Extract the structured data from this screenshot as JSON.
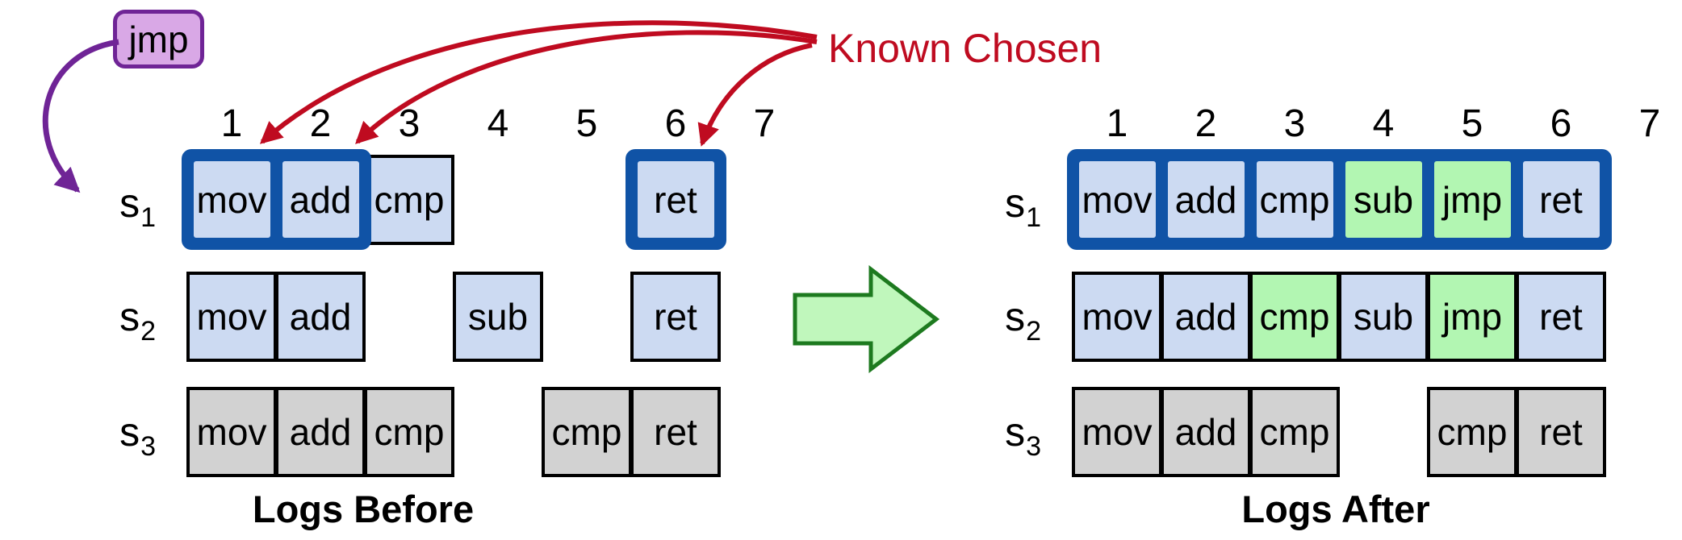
{
  "figure": {
    "jmp_node_label": "jmp",
    "known_chosen_label": "Known Chosen",
    "column_numbers": [
      "1",
      "2",
      "3",
      "4",
      "5",
      "6",
      "7"
    ],
    "row_labels": [
      {
        "base": "s",
        "sub": "1"
      },
      {
        "base": "s",
        "sub": "2"
      },
      {
        "base": "s",
        "sub": "3"
      }
    ]
  },
  "panels": [
    {
      "name": "before",
      "caption": "Logs Before",
      "chosen_groups": [
        {
          "row": 1,
          "from_col": 1,
          "to_col": 2
        },
        {
          "row": 1,
          "from_col": 6,
          "to_col": 6
        }
      ],
      "cells": [
        {
          "row": 1,
          "col": 1,
          "label": "mov",
          "fill": "blue",
          "chosen": true
        },
        {
          "row": 1,
          "col": 2,
          "label": "add",
          "fill": "blue",
          "chosen": true
        },
        {
          "row": 1,
          "col": 3,
          "label": "cmp",
          "fill": "blue",
          "chosen": false
        },
        {
          "row": 1,
          "col": 6,
          "label": "ret",
          "fill": "blue",
          "chosen": true
        },
        {
          "row": 2,
          "col": 1,
          "label": "mov",
          "fill": "blue",
          "chosen": false
        },
        {
          "row": 2,
          "col": 2,
          "label": "add",
          "fill": "blue",
          "chosen": false
        },
        {
          "row": 2,
          "col": 4,
          "label": "sub",
          "fill": "blue",
          "chosen": false
        },
        {
          "row": 2,
          "col": 6,
          "label": "ret",
          "fill": "blue",
          "chosen": false
        },
        {
          "row": 3,
          "col": 1,
          "label": "mov",
          "fill": "gray",
          "chosen": false
        },
        {
          "row": 3,
          "col": 2,
          "label": "add",
          "fill": "gray",
          "chosen": false
        },
        {
          "row": 3,
          "col": 3,
          "label": "cmp",
          "fill": "gray",
          "chosen": false
        },
        {
          "row": 3,
          "col": 5,
          "label": "cmp",
          "fill": "gray",
          "chosen": false
        },
        {
          "row": 3,
          "col": 6,
          "label": "ret",
          "fill": "gray",
          "chosen": false
        }
      ]
    },
    {
      "name": "after",
      "caption": "Logs After",
      "chosen_groups": [
        {
          "row": 1,
          "from_col": 1,
          "to_col": 6
        }
      ],
      "cells": [
        {
          "row": 1,
          "col": 1,
          "label": "mov",
          "fill": "blue",
          "chosen": true
        },
        {
          "row": 1,
          "col": 2,
          "label": "add",
          "fill": "blue",
          "chosen": true
        },
        {
          "row": 1,
          "col": 3,
          "label": "cmp",
          "fill": "blue",
          "chosen": true
        },
        {
          "row": 1,
          "col": 4,
          "label": "sub",
          "fill": "green",
          "chosen": true
        },
        {
          "row": 1,
          "col": 5,
          "label": "jmp",
          "fill": "green",
          "chosen": true
        },
        {
          "row": 1,
          "col": 6,
          "label": "ret",
          "fill": "blue",
          "chosen": true
        },
        {
          "row": 2,
          "col": 1,
          "label": "mov",
          "fill": "blue",
          "chosen": false
        },
        {
          "row": 2,
          "col": 2,
          "label": "add",
          "fill": "blue",
          "chosen": false
        },
        {
          "row": 2,
          "col": 3,
          "label": "cmp",
          "fill": "green",
          "chosen": false
        },
        {
          "row": 2,
          "col": 4,
          "label": "sub",
          "fill": "blue",
          "chosen": false
        },
        {
          "row": 2,
          "col": 5,
          "label": "jmp",
          "fill": "green",
          "chosen": false
        },
        {
          "row": 2,
          "col": 6,
          "label": "ret",
          "fill": "blue",
          "chosen": false
        },
        {
          "row": 3,
          "col": 1,
          "label": "mov",
          "fill": "gray",
          "chosen": false
        },
        {
          "row": 3,
          "col": 2,
          "label": "add",
          "fill": "gray",
          "chosen": false
        },
        {
          "row": 3,
          "col": 3,
          "label": "cmp",
          "fill": "gray",
          "chosen": false
        },
        {
          "row": 3,
          "col": 5,
          "label": "cmp",
          "fill": "gray",
          "chosen": false
        },
        {
          "row": 3,
          "col": 6,
          "label": "ret",
          "fill": "gray",
          "chosen": false
        }
      ]
    }
  ],
  "colors": {
    "chosen_blue": "#1053a6",
    "cell_blue": "#ccdaf2",
    "cell_green": "#b2f6b2",
    "cell_gray": "#d2d2d2",
    "red": "#bf0b20",
    "purple_fill": "#d9a8e6",
    "purple_stroke": "#6f2496",
    "green_arrow_fill": "#c0f7bc",
    "green_arrow_stroke": "#1d7a1f"
  }
}
